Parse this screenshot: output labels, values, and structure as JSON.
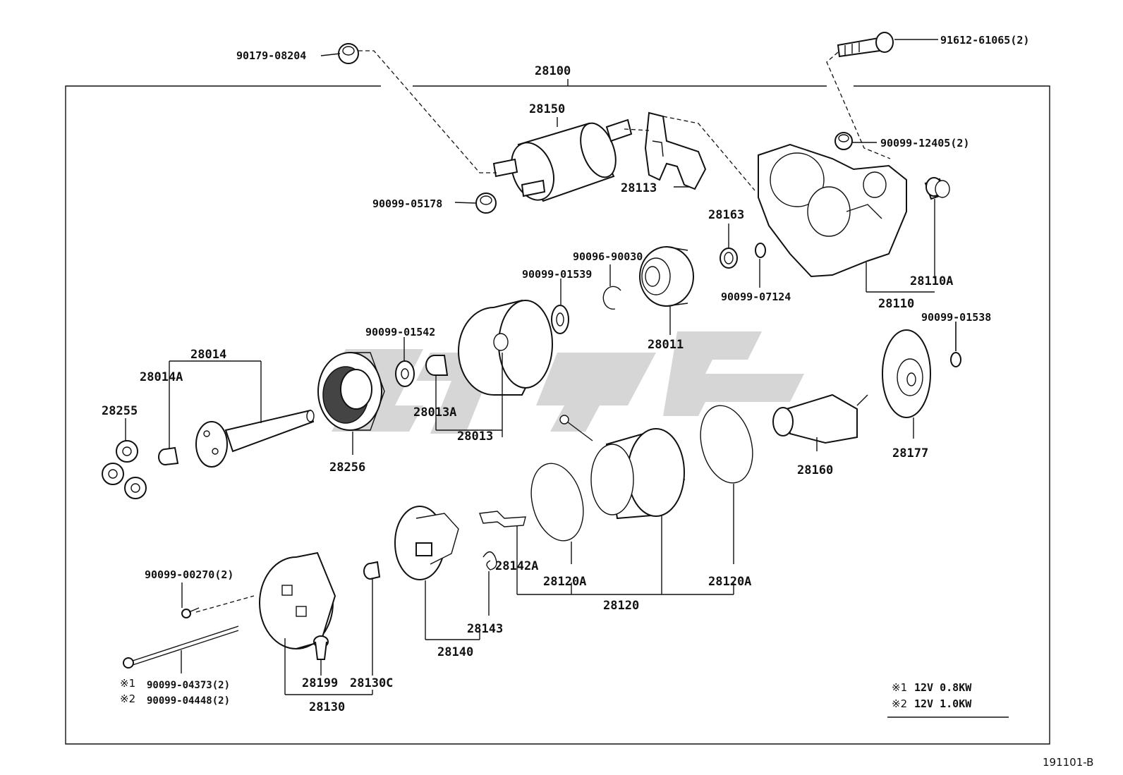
{
  "diagram": {
    "assembly_label": "28100",
    "reference_code": "191101-B",
    "labels": {
      "p90179_08204": "90179-08204",
      "p91612_61065": "91612-61065(2)",
      "p28150": "28150",
      "p28113": "28113",
      "p90099_05178": "90099-05178",
      "p90099_12405": "90099-12405(2)",
      "p28163": "28163",
      "p90096_90030": "90096-90030",
      "p90099_01539": "90099-01539",
      "p90099_07124": "90099-07124",
      "p28110A": "28110A",
      "p28110": "28110",
      "p90099_01538": "90099-01538",
      "p90099_01542": "90099-01542",
      "p28014": "28014",
      "p28014A": "28014A",
      "p28255": "28255",
      "p28013A": "28013A",
      "p28013": "28013",
      "p28011": "28011",
      "p28256": "28256",
      "p28160": "28160",
      "p28177": "28177",
      "p28142A": "28142A",
      "p28120A_left": "28120A",
      "p28120A_right": "28120A",
      "p28120": "28120",
      "p90099_00270": "90099-00270(2)",
      "p28143": "28143",
      "p28140": "28140",
      "p28199": "28199",
      "p28130C": "28130C",
      "p28130": "28130",
      "p90099_04373": "90099-04373(2)",
      "p90099_04448": "90099-04448(2)",
      "mark1": "※1",
      "mark2": "※2"
    },
    "notes": [
      {
        "mark": "※1",
        "text": "12V 0.8KW"
      },
      {
        "mark": "※2",
        "text": "12V 1.0KW"
      }
    ]
  }
}
